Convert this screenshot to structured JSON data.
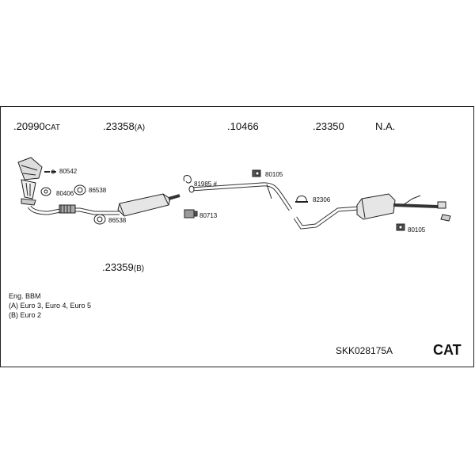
{
  "header_parts": [
    {
      "number": ".20990",
      "suffix": "CAT"
    },
    {
      "number": ".23358",
      "suffix": "(A)"
    },
    {
      "number": ".10466",
      "suffix": ""
    },
    {
      "number": ".23350",
      "suffix": ""
    },
    {
      "number": "N.A.",
      "suffix": ""
    }
  ],
  "lower_part": {
    "number": ".23359",
    "suffix": "(B)"
  },
  "component_labels": {
    "bolt_set": "80542",
    "gasket_a": "80406",
    "gasket_b": "86538",
    "gasket_c": "86538",
    "clamp_ring": "81985 #",
    "rubber_mount_a": "80105",
    "rubber_mount_b": "80713",
    "clamp_b": "82306",
    "rubber_mount_c": "80105"
  },
  "notes": {
    "engine": "Eng. BBM",
    "variant_a": "(A) Euro 3, Euro 4, Euro 5",
    "variant_b": "(B) Euro 2"
  },
  "kit_code": "SKK028175A",
  "category": "CAT"
}
